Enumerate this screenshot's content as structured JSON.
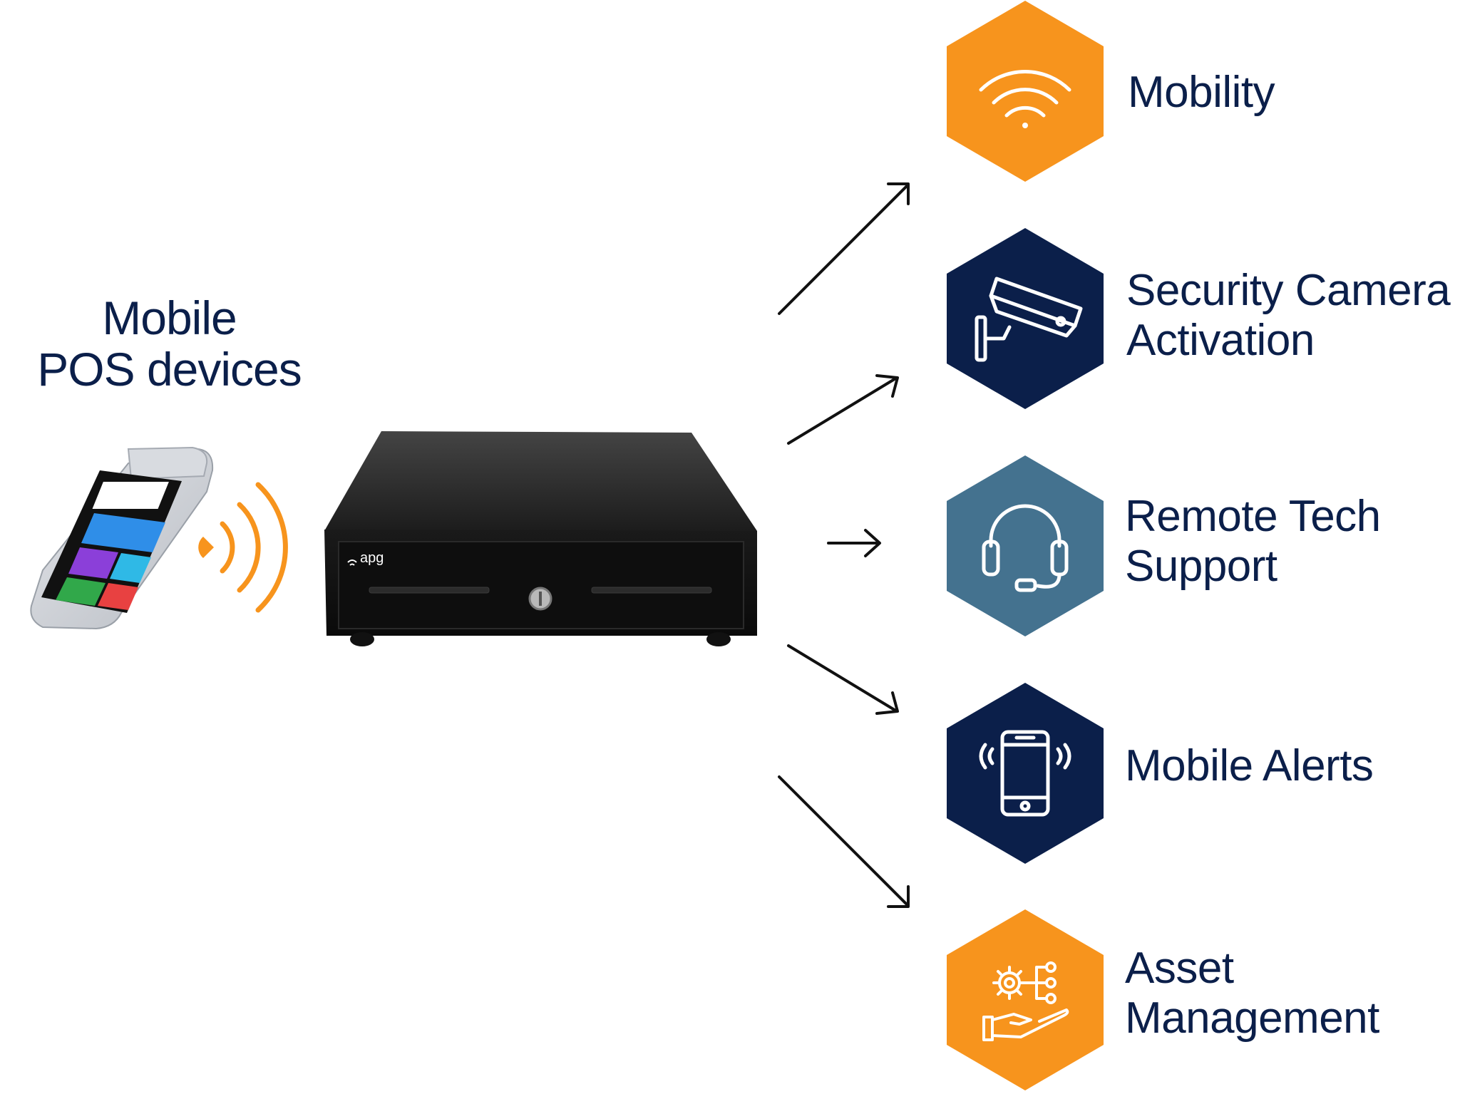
{
  "source": {
    "title_line1": "Mobile",
    "title_line2": "POS devices"
  },
  "cash_drawer": {
    "brand": "apg"
  },
  "features": [
    {
      "label_lines": [
        "Mobility"
      ],
      "icon": "wifi-icon",
      "color": "#f7941d"
    },
    {
      "label_lines": [
        "Security Camera",
        "Activation"
      ],
      "icon": "security-camera-icon",
      "color": "#0b1f4a"
    },
    {
      "label_lines": [
        "Remote Tech",
        "Support"
      ],
      "icon": "headset-icon",
      "color": "#44728f"
    },
    {
      "label_lines": [
        "Mobile Alerts"
      ],
      "icon": "smartphone-alert-icon",
      "color": "#0b1f4a"
    },
    {
      "label_lines": [
        "Asset",
        "Management"
      ],
      "icon": "asset-management-icon",
      "color": "#f7941d"
    }
  ],
  "colors": {
    "text": "#0b1f4a",
    "signal": "#f7941d",
    "drawer": "#111111"
  }
}
